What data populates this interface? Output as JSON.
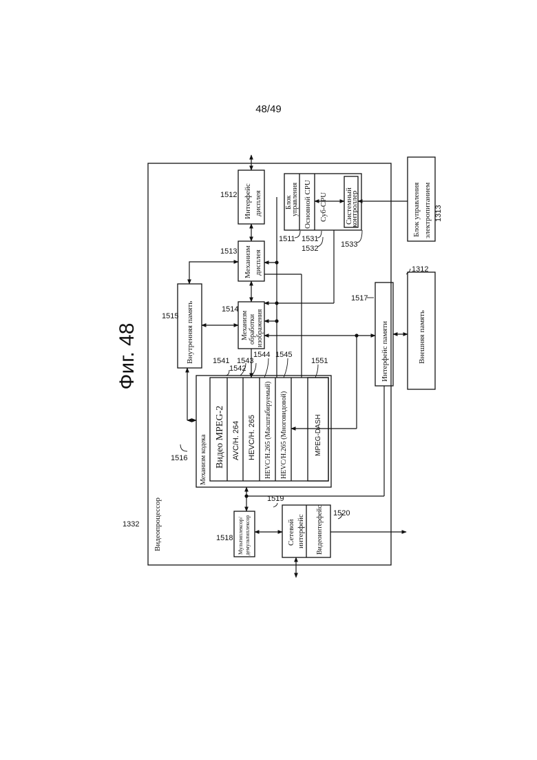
{
  "page_number": "48/49",
  "figure_title": "Фиг. 48",
  "refs": {
    "r1332": "1332",
    "r1312": "1312",
    "r1313": "1313",
    "r1511": "1511",
    "r1512": "1512",
    "r1513": "1513",
    "r1514": "1514",
    "r1515": "1515",
    "r1516": "1516",
    "r1517": "1517",
    "r1518": "1518",
    "r1519": "1519",
    "r1520": "1520",
    "r1531": "1531",
    "r1532": "1532",
    "r1533": "1533",
    "r1541": "1541",
    "r1542": "1542",
    "r1543": "1543",
    "r1544": "1544",
    "r1545": "1545",
    "r1551": "1551"
  },
  "labels": {
    "videoprocessor": "Видеопроцессор",
    "display_interface": [
      "Интерфейс",
      "дисплея"
    ],
    "display_engine": [
      "Механизм",
      "дисплея"
    ],
    "image_processing_engine": [
      "Механизм",
      "обработки",
      "изображения"
    ],
    "internal_memory": "Внутренняя память",
    "memory_interface": "Интерфейс памяти",
    "external_memory": "Внешняя память",
    "power_control": [
      "Блок управления",
      "электропитанием"
    ],
    "control_block": [
      "Блок",
      "управления"
    ],
    "main_cpu": "Основной CPU",
    "sub_cpu": "Суб-CPU",
    "system_controller": [
      "Системный",
      "контроллер"
    ],
    "codec_engine": "Механизм кодека",
    "mpeg2": "Видео MPEG-2",
    "avc": "AVC/H. 264",
    "hevc": "HEVC/H. 265",
    "hevc_scalable": "HEVC/H.265 (Масштабируемый)",
    "hevc_multiview": "HEVC/H.265 (Многовидовой)",
    "mpeg_dash": "MPEG-DASH",
    "mux_demux": [
      "Мультиплексор/",
      "демультиплексор"
    ],
    "network_interface": [
      "Сетевой",
      "интерфейс"
    ],
    "video_interface": "Видеоинтерфейс"
  }
}
